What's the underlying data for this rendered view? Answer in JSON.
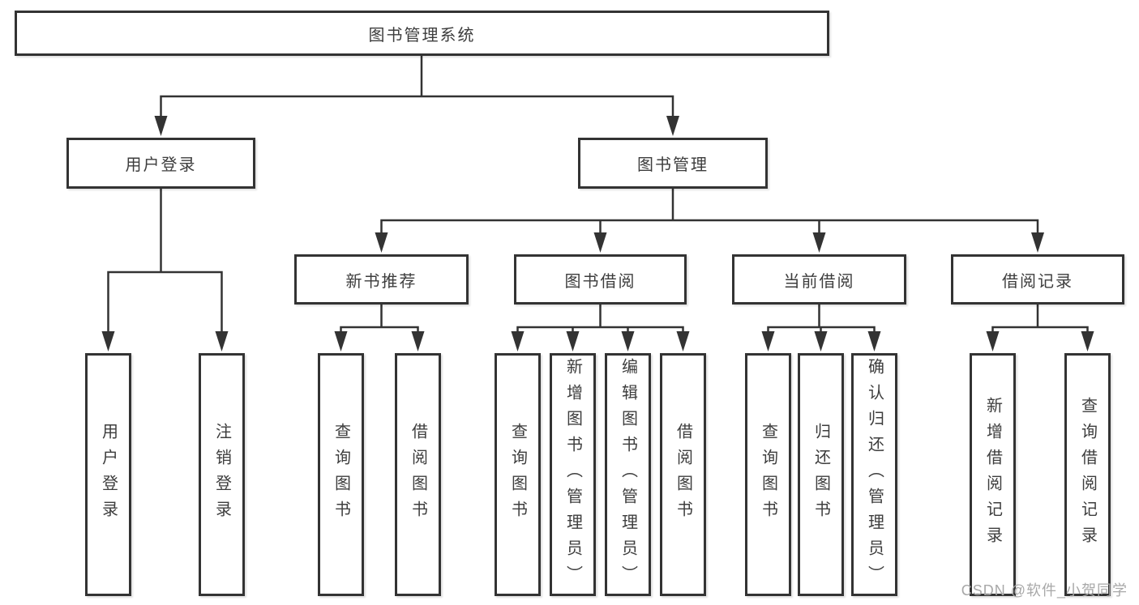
{
  "tree": {
    "root": "图书管理系统",
    "user": {
      "label": "用户登录",
      "children": [
        "用户登录",
        "注销登录"
      ]
    },
    "books": {
      "label": "图书管理",
      "children": [
        {
          "label": "新书推荐",
          "children": [
            "查询图书",
            "借阅图书"
          ]
        },
        {
          "label": "图书借阅",
          "children": [
            "查询图书",
            "新增图书（管理员）",
            "编辑图书（管理员）",
            "借阅图书"
          ]
        },
        {
          "label": "当前借阅",
          "children": [
            "查询图书",
            "归还图书",
            "确认归还（管理员）"
          ]
        },
        {
          "label": "借阅记录",
          "children": [
            "新增借阅记录",
            "查询借阅记录"
          ]
        }
      ]
    }
  },
  "watermark": "CSDN @软件_小贺同学",
  "colors": {
    "line": "#333333",
    "text": "#3d3d3d",
    "watermark": "#a8a8a8",
    "background": "#ffffff"
  }
}
